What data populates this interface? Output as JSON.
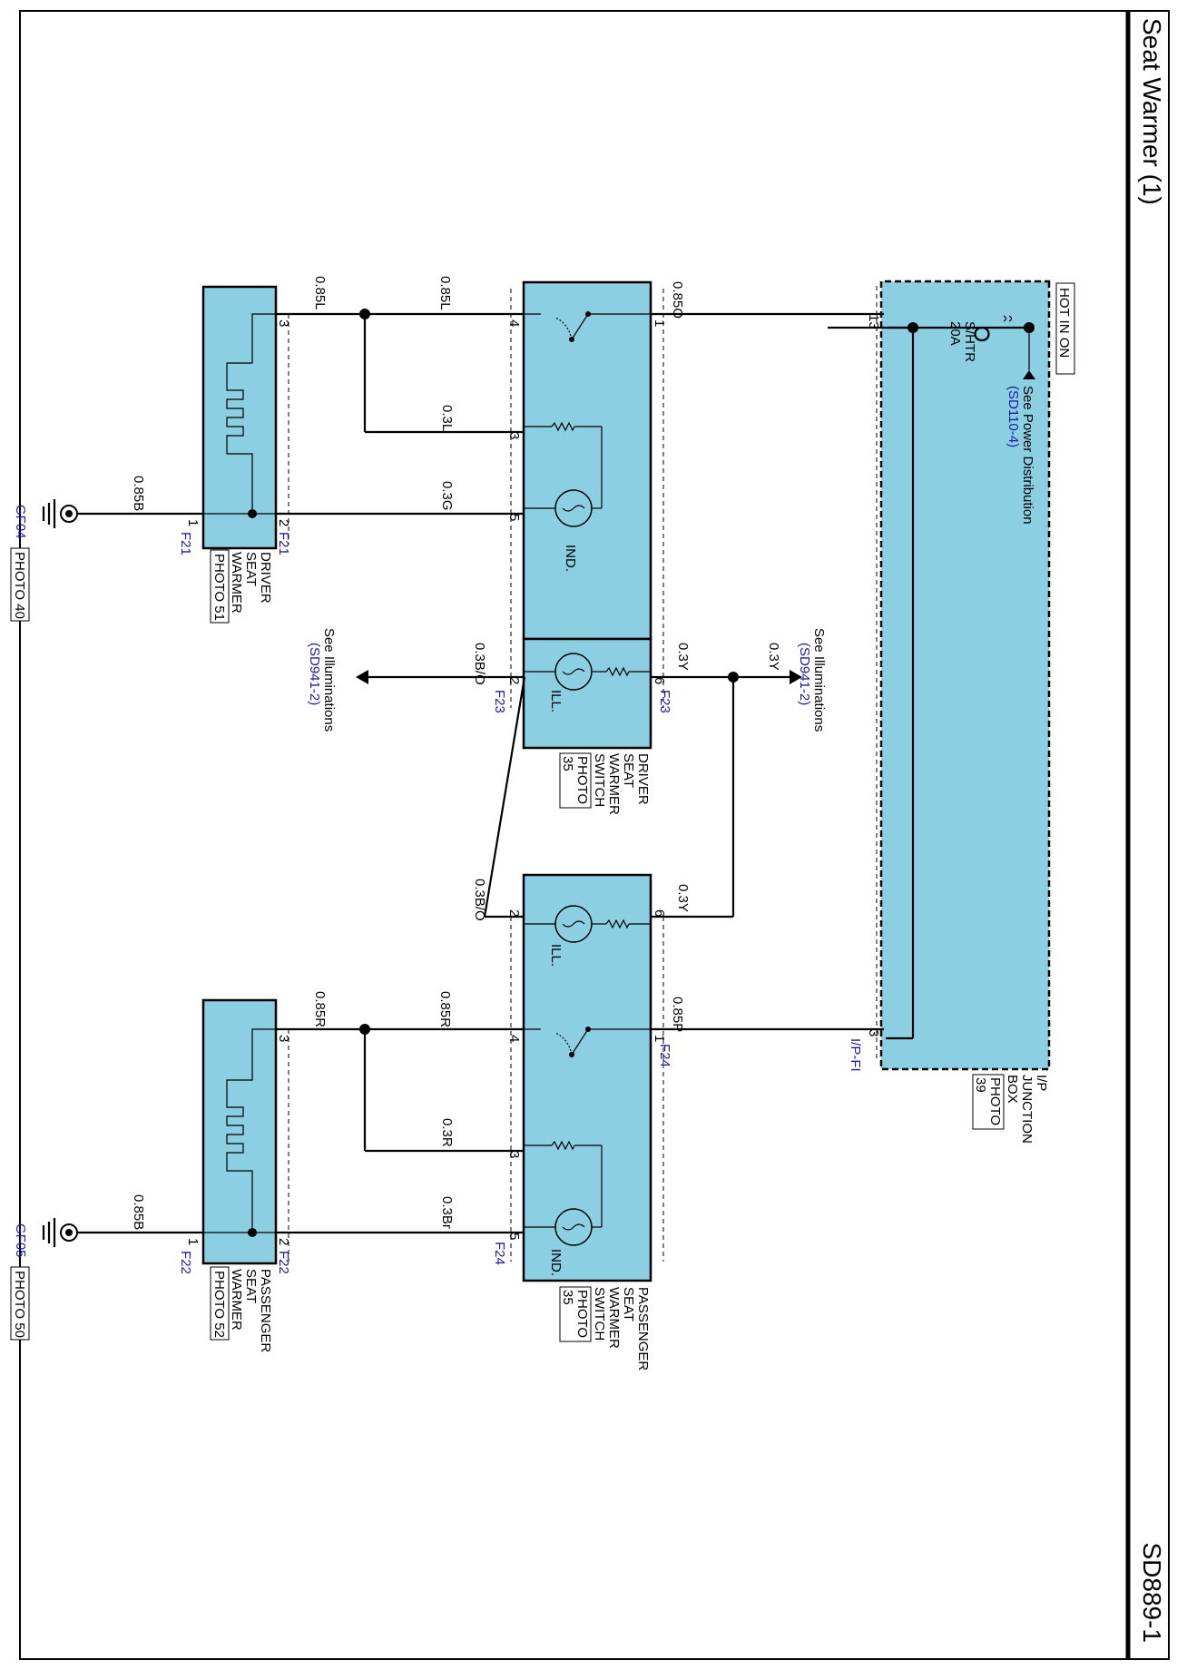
{
  "title": "Seat Warmer (1)",
  "page_code": "SD889-1",
  "junction_box": {
    "hot_label": "HOT IN ON",
    "fuse_name": "S/HTR",
    "fuse_rating": "20A",
    "see_power": "See Power Distribution",
    "power_ref": "(SD110-4)",
    "name_lines": [
      "I/P",
      "JUNCTION",
      "BOX"
    ],
    "photo": "PHOTO",
    "photo_no": "39",
    "connector": "I/P-FI",
    "pin_driver": "13",
    "pin_passenger": "3"
  },
  "driver_switch": {
    "name_lines": [
      "DRIVER",
      "SEAT",
      "WARMER",
      "SWITCH"
    ],
    "photo": "PHOTO",
    "photo_no": "35",
    "pins": {
      "p1": "1",
      "p4": "4",
      "p3": "3",
      "p5": "5",
      "p2": "2",
      "p6": "6"
    },
    "conn_a": "F23",
    "conn_b": "F23",
    "ind": "IND.",
    "ill": "ILL."
  },
  "passenger_switch": {
    "name_lines": [
      "PASSENGER",
      "SEAT",
      "WARMER",
      "SWITCH"
    ],
    "photo": "PHOTO",
    "photo_no": "35",
    "pins": {
      "p6": "6",
      "p2": "2",
      "p1": "1",
      "p4": "4",
      "p3": "3",
      "p5": "5"
    },
    "conn_a": "F24",
    "conn_b": "F24",
    "ind": "IND.",
    "ill": "ILL."
  },
  "driver_warmer": {
    "name_lines": [
      "DRIVER",
      "SEAT",
      "WARMER"
    ],
    "photo": "PHOTO 51",
    "conn_a": "F21",
    "conn_b": "F21",
    "pins": {
      "p3": "3",
      "p2": "2",
      "p1": "1"
    },
    "ground": "GF04",
    "ground_photo": "PHOTO 40"
  },
  "passenger_warmer": {
    "name_lines": [
      "PASSENGER",
      "SEAT",
      "WARMER"
    ],
    "photo": "PHOTO 52",
    "conn_a": "F22",
    "conn_b": "F22",
    "pins": {
      "p3": "3",
      "p2": "2",
      "p1": "1"
    },
    "ground": "GF05",
    "ground_photo": "PHOTO 50"
  },
  "wires": {
    "w_085O": "0.85O",
    "w_085L_a": "0.85L",
    "w_085L_b": "0.85L",
    "w_03L": "0.3L",
    "w_03G": "0.3G",
    "w_085B_a": "0.85B",
    "w_03BO_a": "0.3B/O",
    "w_03Y_a": "0.3Y",
    "w_03Y_b": "0.3Y",
    "w_03Y_c": "0.3Y",
    "w_03BO_b": "0.3B/O",
    "w_085P": "0.85P",
    "w_085R_a": "0.85R",
    "w_085R_b": "0.85R",
    "w_03R": "0.3R",
    "w_03Br": "0.3Br",
    "w_085B_b": "0.85B"
  },
  "illum": {
    "see_text_a": "See Illuminations",
    "ref_a": "(SD941-2)",
    "see_text_b": "See Illuminations",
    "ref_b": "(SD941-2)"
  },
  "colors": {
    "component_fill": "#8ccfe3",
    "connector_text": "#1a1aaa"
  }
}
